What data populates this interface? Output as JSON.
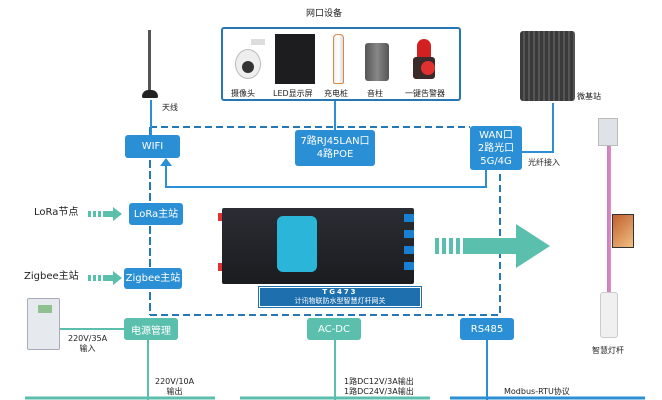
{
  "net_devices": {
    "title": "网口设备",
    "items": [
      "摄像头",
      "LED显示屏",
      "充电桩",
      "音柱",
      "一键告警器"
    ]
  },
  "antenna": "天线",
  "wifi": "WIFI",
  "lan": {
    "line1": "7路RJ45LAN口",
    "line2": "4路POE"
  },
  "wan": {
    "line1": "WAN口",
    "line2": "2路光口",
    "line3": "5G/4G"
  },
  "base_station": "微基站",
  "fiber": "光纤接入",
  "lora_node": "LoRa节点",
  "lora_master": "LoRa主站",
  "zigbee_left": "Zigbee主站",
  "zigbee_master": "Zigbee主站",
  "gateway": {
    "model": "TG473",
    "name": "计讯物联防水型智慧灯杆网关"
  },
  "power": "电源管理",
  "power_in": {
    "line1": "220V/35A",
    "line2": "输入"
  },
  "power_out": {
    "line1": "220V/10A",
    "line2": "输出"
  },
  "acdc": "AC-DC",
  "dc_out": {
    "line1": "1路DC12V/3A输出",
    "line2": "1路DC24V/3A输出"
  },
  "rs485": "RS485",
  "modbus": "Modbus-RTU协议",
  "smart_pole": "智慧灯杆",
  "colors": {
    "blue": "#2a8fd4",
    "teal": "#5bbfae",
    "dash": "#2677b5"
  }
}
